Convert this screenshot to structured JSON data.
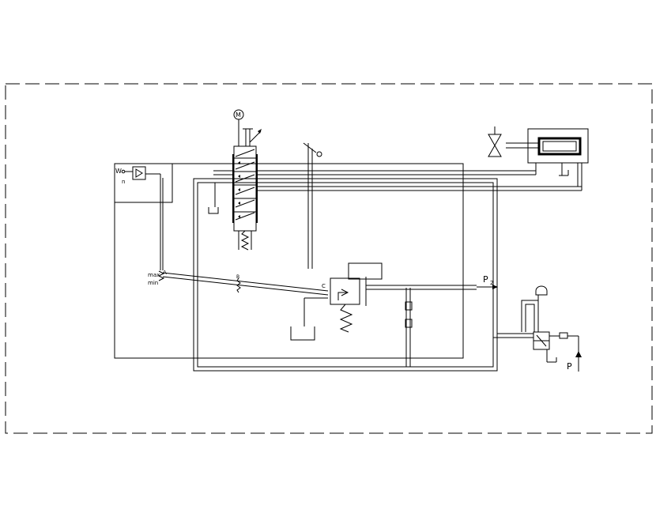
{
  "labels": {
    "motor": "M",
    "w": "W",
    "n": "n",
    "max": "max",
    "min": "min",
    "a": "A",
    "b": "B",
    "c": "C",
    "p2": "P",
    "p2_sub": "2",
    "p": "P"
  },
  "colors": {
    "line": "#000000",
    "background": "#ffffff"
  }
}
